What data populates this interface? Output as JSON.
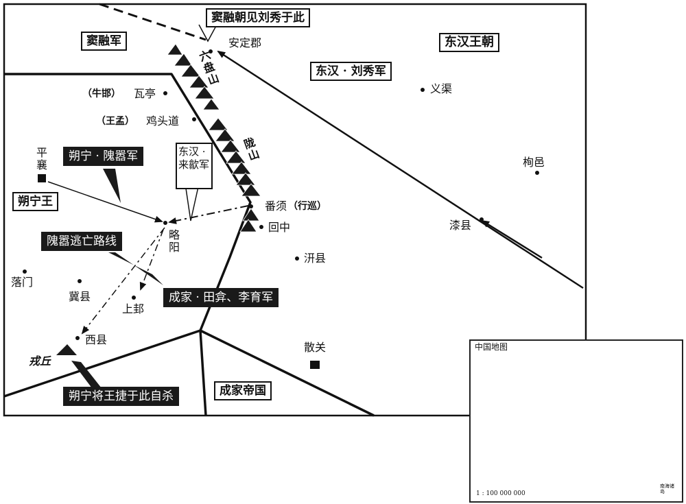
{
  "places": {
    "andingjun": "安定郡",
    "yiqu": "义渠",
    "xunyi": "栒邑",
    "qixian": "漆县",
    "waiting_pre": "（牛邯）",
    "waiting": "瓦亭",
    "jitou_pre": "（王孟）",
    "jitoudao": "鸡头道",
    "pingxiang": "平襄",
    "fanxu": "番须",
    "fanxu_note": "（行巡）",
    "huizhong": "回中",
    "qianxian": "汧县",
    "lueyang": "略阳",
    "luomen": "落门",
    "jixian": "冀县",
    "shanggui": "上邽",
    "xixian": "西县",
    "rongqiu": "戎丘",
    "sanguan": "散关"
  },
  "mountains": {
    "liupanshan": "六盘山",
    "longshan": "陇山"
  },
  "boxes": {
    "dourong_meets": "窦融朝见刘秀于此",
    "dourong_army": "窦融军",
    "donghan": "东汉王朝",
    "liuxiu_army": "东汉 · 刘秀军",
    "shuoning_wang": "朔宁王",
    "chengjia_empire": "成家帝国",
    "laixi_army": "东汉 · 来歙军"
  },
  "dark_labels": {
    "shuoning_weixiao": "朔宁 · 隗嚣军",
    "weixiao_escape": "隗嚣逃亡路线",
    "chengjia_army": "成家 · 田弇、李育军",
    "general_suicide": "朔宁将王捷于此自杀"
  },
  "inset": {
    "title": "中国地图",
    "scale": "1 : 100 000 000",
    "nanhai": "南海诸岛"
  }
}
